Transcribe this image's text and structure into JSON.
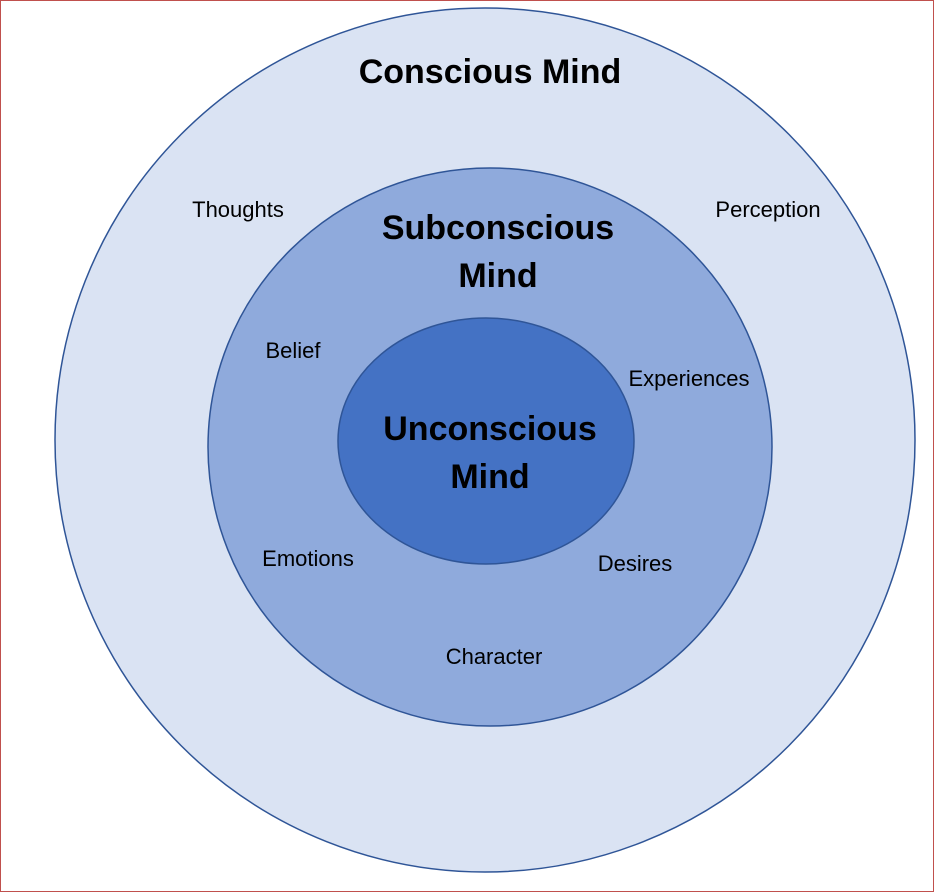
{
  "layers": {
    "outer": {
      "title": "Conscious Mind",
      "fill": "#dae3f3",
      "stroke": "#2f5597",
      "items": [
        "Thoughts",
        "Perception"
      ]
    },
    "middle": {
      "title_line1": "Subconscious",
      "title_line2": "Mind",
      "fill": "#8faadc",
      "stroke": "#2f5597",
      "items": [
        "Belief",
        "Experiences",
        "Emotions",
        "Desires",
        "Character"
      ]
    },
    "inner": {
      "title_line1": "Unconscious",
      "title_line2": "Mind",
      "fill": "#4472c4",
      "stroke": "#2f5597"
    }
  },
  "frame_color": "#c0504d"
}
